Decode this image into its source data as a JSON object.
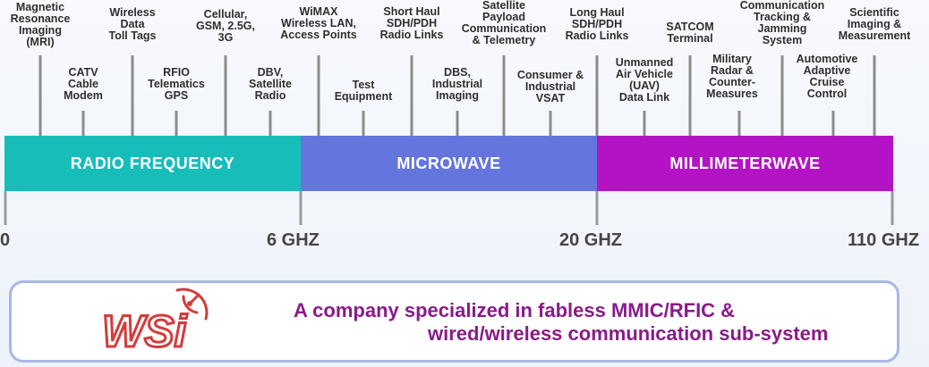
{
  "bands": [
    {
      "label": "RADIO FREQUENCY",
      "color": "#16bdb9"
    },
    {
      "label": "MICROWAVE",
      "color": "#6475de"
    },
    {
      "label": "MILLIMETERWAVE",
      "color": "#b313c4"
    }
  ],
  "frequencies": [
    "0",
    "6 GHZ",
    "20 GHZ",
    "110 GHZ"
  ],
  "applications_top": [
    "Magnetic\nResonance\nImaging\n(MRI)",
    "Wireless\nData\nToll Tags",
    "Cellular,\nGSM, 2.5G,\n3G",
    "WiMAX\nWireless LAN,\nAccess Points",
    "Short Haul\nSDH/PDH\nRadio Links",
    "Satellite\nPayload\nCommunication\n& Telemetry",
    "Long Haul\nSDH/PDH\nRadio Links",
    "SATCOM\nTerminal",
    "Communication\nTracking &\nJamming\nSystem",
    "Scientific\nImaging &\nMeasurement"
  ],
  "applications_bottom": [
    "CATV\nCable\nModem",
    "RFIO\nTelematics\nGPS",
    "DBV,\nSatellite\nRadio",
    "Test\nEquipment",
    "DBS,\nIndustrial\nImaging",
    "Consumer &\nIndustrial\nVSAT",
    "Unmanned\nAir Vehicle\n(UAV)\nData Link",
    "Military\nRadar &\nCounter-\nMeasures",
    "Automotive\nAdaptive\nCruise\nControl"
  ],
  "banner": {
    "logo_text": "WSi",
    "tagline_line1": "A company specialized in fabless MMIC/RFIC &",
    "tagline_line2": "wired/wireless communication sub-system"
  },
  "colors": {
    "tagline": "#8a1a8a",
    "logo": "#d63a3a",
    "banner_border": "#a8b8e6"
  }
}
